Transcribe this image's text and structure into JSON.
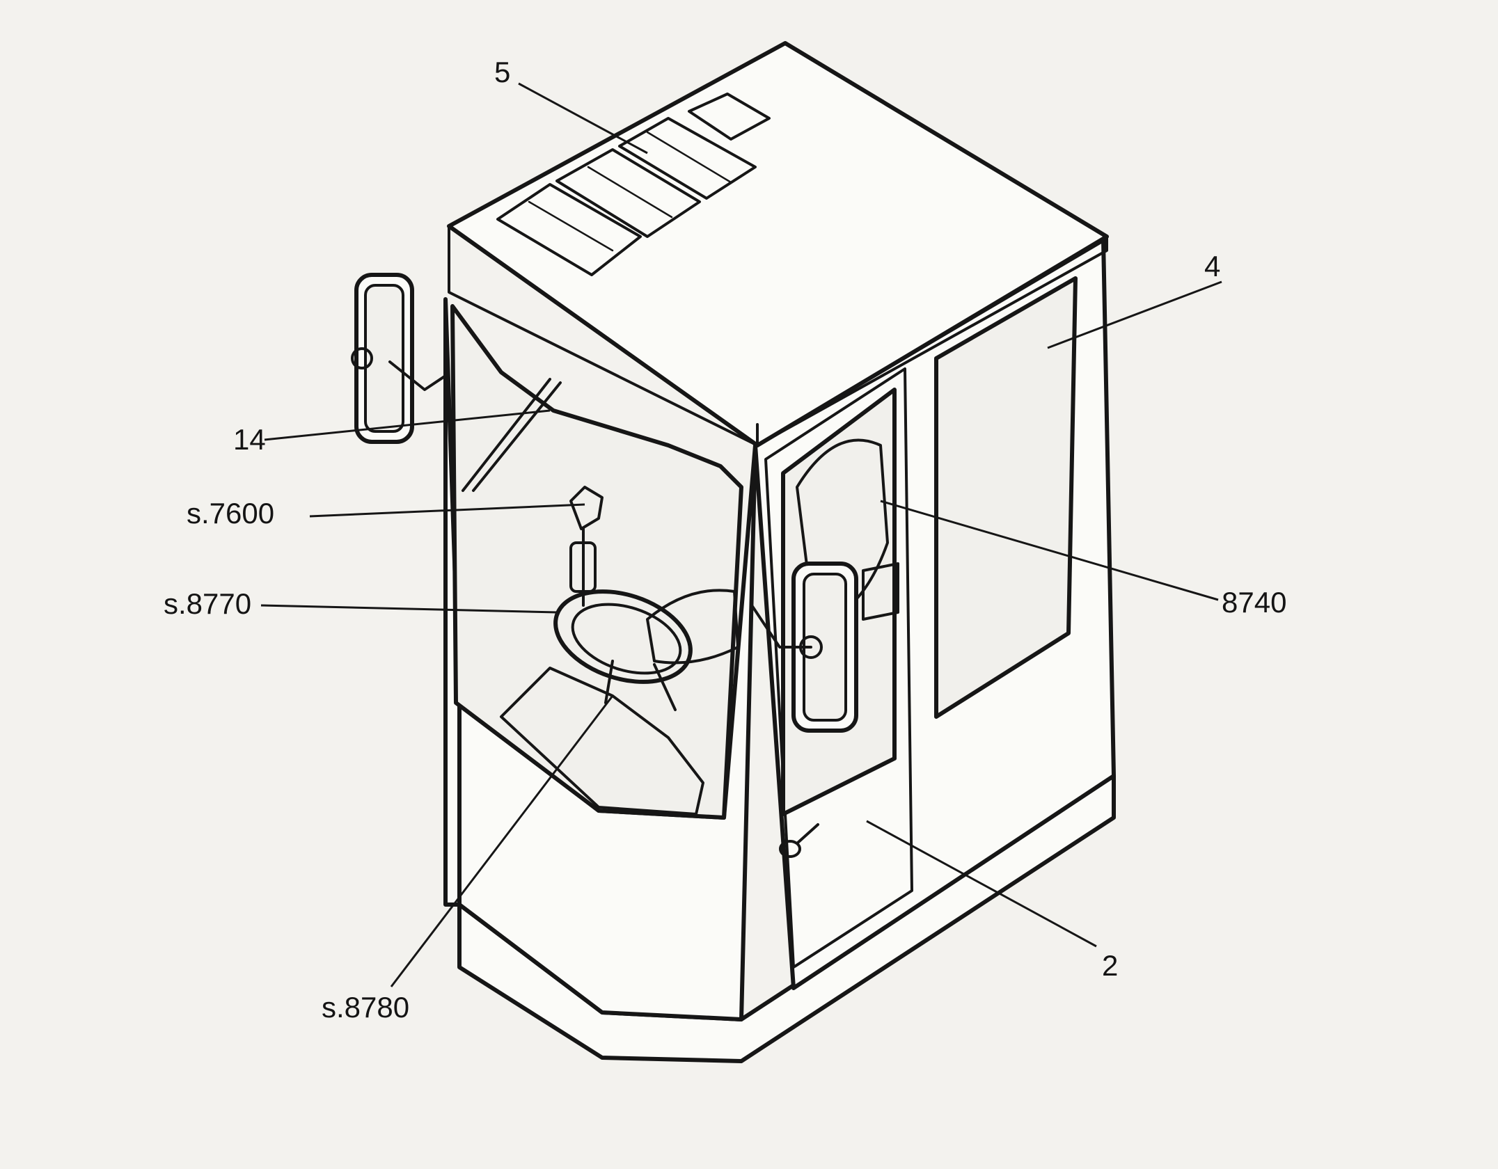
{
  "diagram": {
    "callouts": [
      {
        "id": "c5",
        "label": "5"
      },
      {
        "id": "c4",
        "label": "4"
      },
      {
        "id": "c14",
        "label": "14"
      },
      {
        "id": "c7600",
        "label": "s.7600"
      },
      {
        "id": "c8770",
        "label": "s.8770"
      },
      {
        "id": "c8740",
        "label": "8740"
      },
      {
        "id": "c2",
        "label": "2"
      },
      {
        "id": "c8780",
        "label": "s.8780"
      }
    ],
    "parts": [
      {
        "name": "roof-panel"
      },
      {
        "name": "roof-insulation-pads"
      },
      {
        "name": "cab-door"
      },
      {
        "name": "side-window"
      },
      {
        "name": "rear-view-mirror"
      },
      {
        "name": "operator-seat"
      },
      {
        "name": "steering-wheel"
      },
      {
        "name": "control-lever"
      },
      {
        "name": "door-handle"
      },
      {
        "name": "wiper-arm"
      }
    ]
  }
}
